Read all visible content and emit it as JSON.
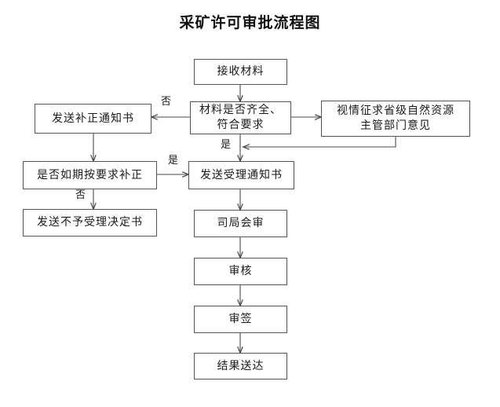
{
  "title": "采矿许可审批流程图",
  "nodes": [
    {
      "id": "receive",
      "label": "接收材料"
    },
    {
      "id": "check",
      "label": "材料是否齐全、\n符合要求"
    },
    {
      "id": "send-correct",
      "label": "发送补正通知书"
    },
    {
      "id": "consult",
      "label": "视情征求省级自然资源\n主管部门意见"
    },
    {
      "id": "corrected",
      "label": "是否如期按要求补正"
    },
    {
      "id": "accept-notice",
      "label": "发送受理通知书"
    },
    {
      "id": "reject-notice",
      "label": "发送不予受理决定书"
    },
    {
      "id": "joint-review",
      "label": "司局会审"
    },
    {
      "id": "examine",
      "label": "审核"
    },
    {
      "id": "sign",
      "label": "审签"
    },
    {
      "id": "deliver",
      "label": "结果送达"
    }
  ],
  "edge_labels": [
    {
      "id": "no-to-correct",
      "text": "否"
    },
    {
      "id": "yes-to-accept",
      "text": "是"
    },
    {
      "id": "yes-from-check",
      "text": "是"
    },
    {
      "id": "no-to-reject",
      "text": "否"
    }
  ],
  "style": {
    "border_color": "#555555",
    "line_color": "#4a4a4a",
    "text_color": "#1a1a1a",
    "background": "#ffffff"
  }
}
